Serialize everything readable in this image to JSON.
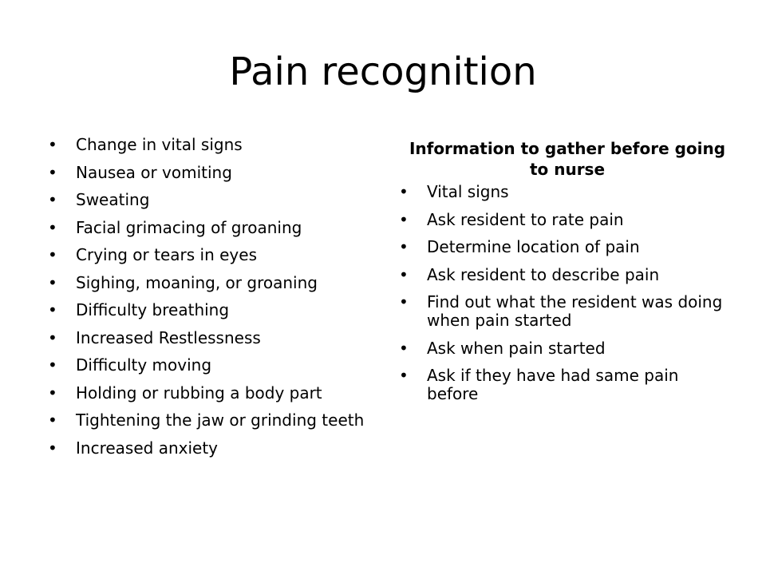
{
  "slide": {
    "title": "Pain recognition",
    "bullet_glyph": "•",
    "left_column": {
      "items": [
        "Change in vital signs",
        "Nausea or vomiting",
        "Sweating",
        "Facial grimacing of groaning",
        "Crying or tears in eyes",
        "Sighing, moaning, or groaning",
        "Difficulty breathing",
        "Increased Restlessness",
        "Difficulty moving",
        "Holding or rubbing a body part",
        "Tightening the jaw or grinding teeth",
        "Increased anxiety"
      ]
    },
    "right_column": {
      "heading": "Information to gather before going to nurse",
      "items": [
        "Vital signs",
        "Ask resident to rate pain",
        "Determine location of pain",
        "Ask resident to describe pain",
        "Find out what the resident was doing when pain started",
        "Ask when pain started",
        "Ask if they have had same pain before"
      ]
    }
  }
}
